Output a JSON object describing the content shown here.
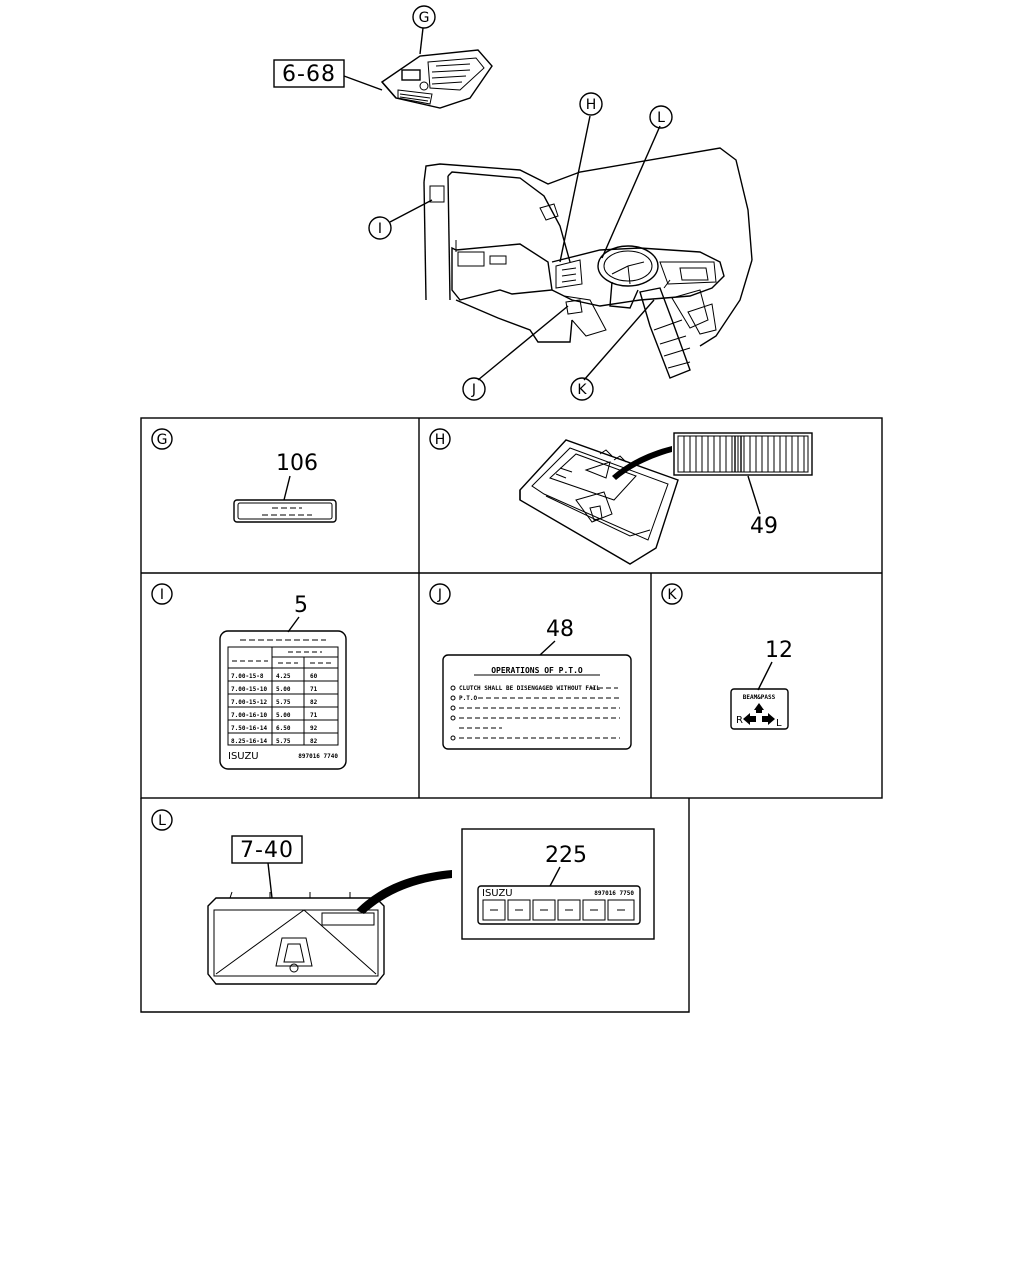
{
  "callouts": {
    "G": "G",
    "H": "H",
    "I": "I",
    "J": "J",
    "K": "K",
    "L": "L"
  },
  "references": {
    "overhead": "6-68",
    "meter": "7-40"
  },
  "panels": {
    "G": {
      "letter": "G",
      "part": "106"
    },
    "H": {
      "letter": "H",
      "part": "49"
    },
    "I": {
      "letter": "I",
      "part": "5",
      "rows": [
        [
          "7.00-15-8",
          "4.25",
          "60"
        ],
        [
          "7.00-15-10",
          "5.00",
          "71"
        ],
        [
          "7.00-15-12",
          "5.75",
          "82"
        ],
        [
          "7.00-16-10",
          "5.00",
          "71"
        ],
        [
          "7.50-16-14",
          "6.50",
          "92"
        ],
        [
          "8.25-16-14",
          "5.75",
          "82"
        ]
      ],
      "brand": "ISUZU",
      "code": "897016 7740"
    },
    "J": {
      "letter": "J",
      "part": "48",
      "title": "OPERATIONS OF P.T.O",
      "line1": "CLUTCH SHALL BE DISENGAGED WITHOUT FAIL",
      "line2": "P.T.O"
    },
    "K": {
      "letter": "K",
      "part": "12",
      "top": "BEAM&PASS",
      "left": "R",
      "right": "L"
    },
    "L": {
      "letter": "L",
      "part": "225",
      "brand": "ISUZU",
      "code": "897016 7750"
    }
  }
}
